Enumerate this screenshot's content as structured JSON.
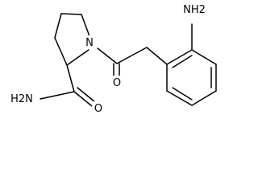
{
  "structure": {
    "ring_nitrogen": "N",
    "carbonyl_oxygen": "O",
    "amide_oxygen": "O",
    "amide_group": "H2N",
    "aniline_group": "NH2"
  }
}
